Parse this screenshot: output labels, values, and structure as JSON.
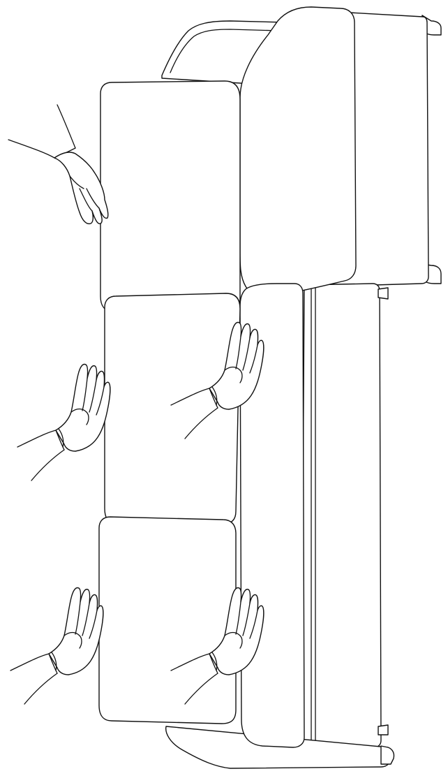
{
  "figure": {
    "subject": "assembly-step-place-seat-cushions-on-sofa",
    "line_color": "#111111",
    "background_color": "#ffffff",
    "parts": {
      "seat_cushions": 3,
      "hands": 5
    }
  }
}
